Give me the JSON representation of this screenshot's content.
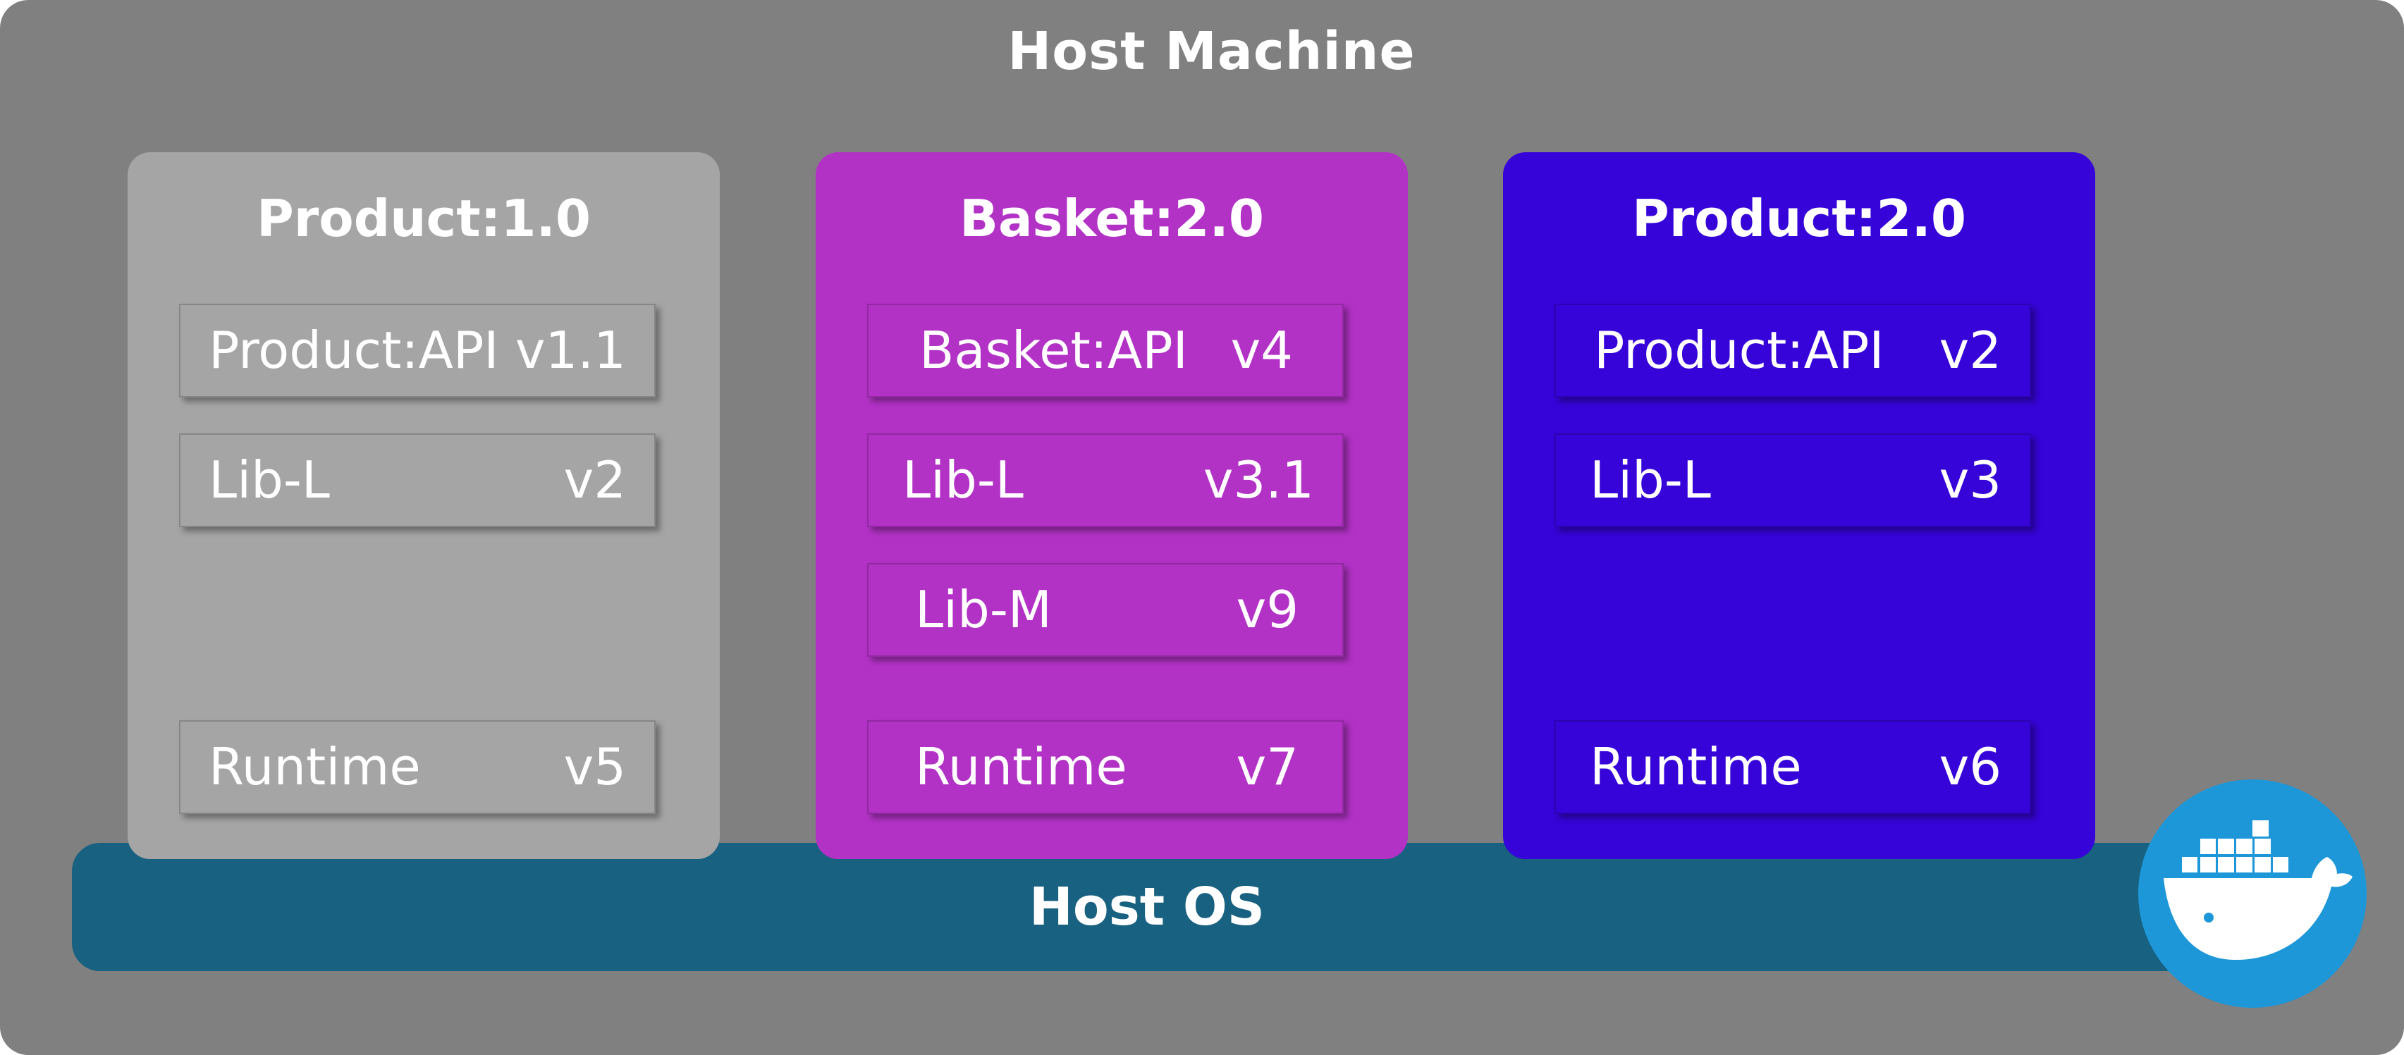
{
  "host_machine": {
    "label": "Host Machine",
    "color": "#808080"
  },
  "host_os": {
    "label": "Host OS",
    "color": "#186180"
  },
  "containers": [
    {
      "title": "Product:1.0",
      "color": "#a5a5a5",
      "layers": [
        {
          "name": "Product:API",
          "version": "v1.1"
        },
        {
          "name": "Lib-L",
          "version": "v2"
        },
        {
          "name": "Runtime",
          "version": "v5"
        }
      ]
    },
    {
      "title": "Basket:2.0",
      "color": "#b232c6",
      "layers": [
        {
          "name": "Basket:API",
          "version": "v4"
        },
        {
          "name": "Lib-L",
          "version": "v3.1"
        },
        {
          "name": "Lib-M",
          "version": "v9"
        },
        {
          "name": "Runtime",
          "version": "v7"
        }
      ]
    },
    {
      "title": "Product:2.0",
      "color": "#3604d8",
      "layers": [
        {
          "name": "Product:API",
          "version": "v2"
        },
        {
          "name": "Lib-L",
          "version": "v3"
        },
        {
          "name": "Runtime",
          "version": "v6"
        }
      ]
    }
  ],
  "logo": {
    "icon": "docker-whale-icon",
    "color": "#1d97d8"
  }
}
